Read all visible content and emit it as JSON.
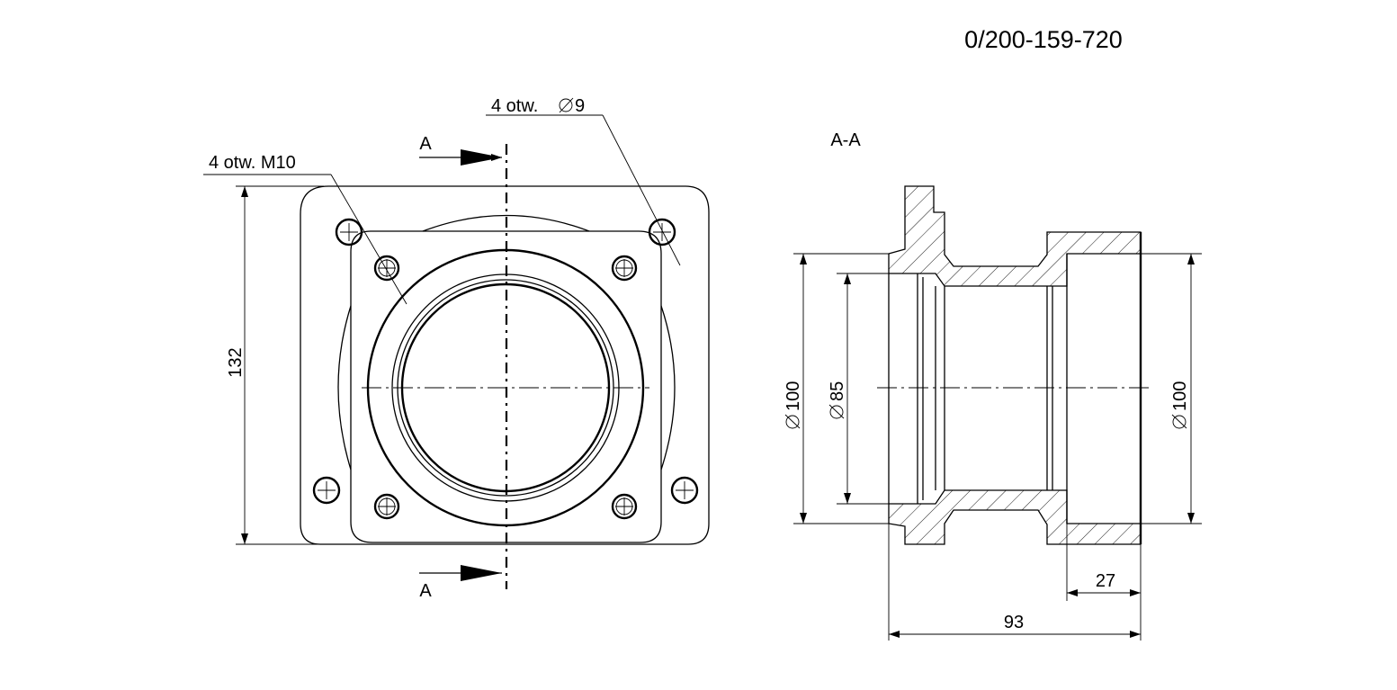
{
  "drawing_number": "0/200-159-720",
  "labels": {
    "holes_m10": "4 otw. M10",
    "holes_d9": "4 otw. ",
    "holes_d9_value": "9",
    "section_mark_top": "A",
    "section_mark_bottom": "A",
    "section_title": "A-A"
  },
  "dimensions": {
    "height_132": "132",
    "dia_100_left": "100",
    "dia_85": "85",
    "dia_100_right": "100",
    "length_27": "27",
    "length_93": "93"
  }
}
